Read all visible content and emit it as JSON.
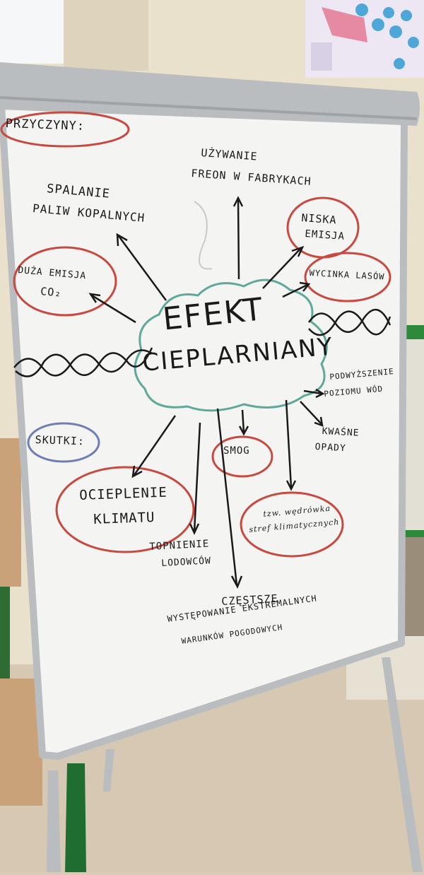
{
  "board": {
    "header_causes": "PRZYCZYNY:",
    "header_effects": "SKUTKI:",
    "center_line1": "EFEKT",
    "center_line2": "CIEPLARNIANY",
    "causes": {
      "freon_line1": "UŻYWANIE",
      "freon_line2": "FREON W FABRYKACH",
      "fuels_line1": "SPALANIE",
      "fuels_line2": "PALIW KOPALNYCH",
      "low_emission_line1": "NISKA",
      "low_emission_line2": "EMISJA",
      "co2_line1": "DUŻA EMISJA",
      "co2_line2": "CO₂",
      "deforestation": "WYCINKA LASÓW"
    },
    "effects": {
      "sea_level_line1": "PODWYŻSZENIE",
      "sea_level_line2": "POZIOMU WÓD",
      "acid_rain_line1": "KWAŚNE",
      "acid_rain_line2": "OPADY",
      "smog": "SMOG",
      "warming_line1": "OCIEPLENIE",
      "warming_line2": "KLIMATU",
      "zone_shift_line1": "tzw. wędrówka",
      "zone_shift_line2": "stref klimatycznych",
      "ice_melt_line1": "TOPNIENIE",
      "ice_melt_line2": "LODOWCÓW",
      "extreme_line1": "CZĘSTSZE",
      "extreme_line2": "WYSTĘPOWANIE EKSTREMALNYCH",
      "extreme_line3": "WARUNKÓW POGODOWYCH"
    }
  },
  "colors": {
    "wall": "#e9e1cc",
    "board": "#f4f4f2",
    "frame": "#b9bdc0",
    "marker_red": "#c8493f",
    "marker_green": "#5fa89a",
    "marker_blue": "#6f7fb4",
    "marker_black": "#1a1a1a",
    "floor": "#d6c8b3",
    "desk": "#c9a27a",
    "easel_green": "#2e8a3b"
  }
}
